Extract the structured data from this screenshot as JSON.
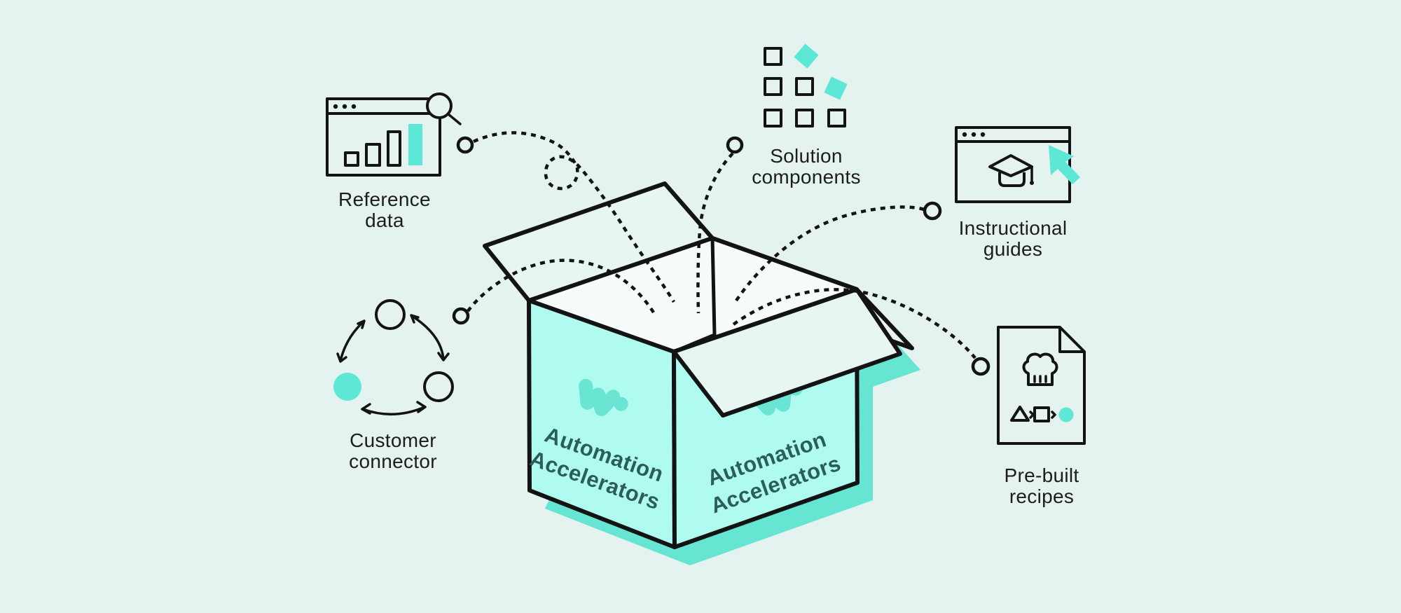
{
  "title": "Automation Accelerators open-box illustration",
  "colors": {
    "bg": "#e4f2f0",
    "line": "#131313",
    "label": "#1d1d1d",
    "accent": "#5ce8d4",
    "box_face": "#b0fbf0",
    "flap": "#e7f5f3",
    "interior": "#f8fbfb",
    "shadow": "#66e5d3",
    "logo": "#6ae4d3",
    "box_text": "#2b5e59"
  },
  "box": {
    "left_face_text": "Automation\nAccelerators",
    "right_face_text": "Automation\nAccelerators",
    "logo_name": "workato-squiggle-mark"
  },
  "items": [
    {
      "id": "reference-data",
      "label": "Reference\ndata",
      "icon": "browser-bar-chart-magnifier-icon"
    },
    {
      "id": "customer-connector",
      "label": "Customer\nconnector",
      "icon": "three-circles-sync-arrows-icon"
    },
    {
      "id": "solution-components",
      "label": "Solution\ncomponents",
      "icon": "squares-grid-icon"
    },
    {
      "id": "instructional-guides",
      "label": "Instructional\nguides",
      "icon": "browser-graduation-cap-cursor-icon"
    },
    {
      "id": "pre-built-recipes",
      "label": "Pre-built\nrecipes",
      "icon": "document-chef-hat-icon"
    }
  ]
}
